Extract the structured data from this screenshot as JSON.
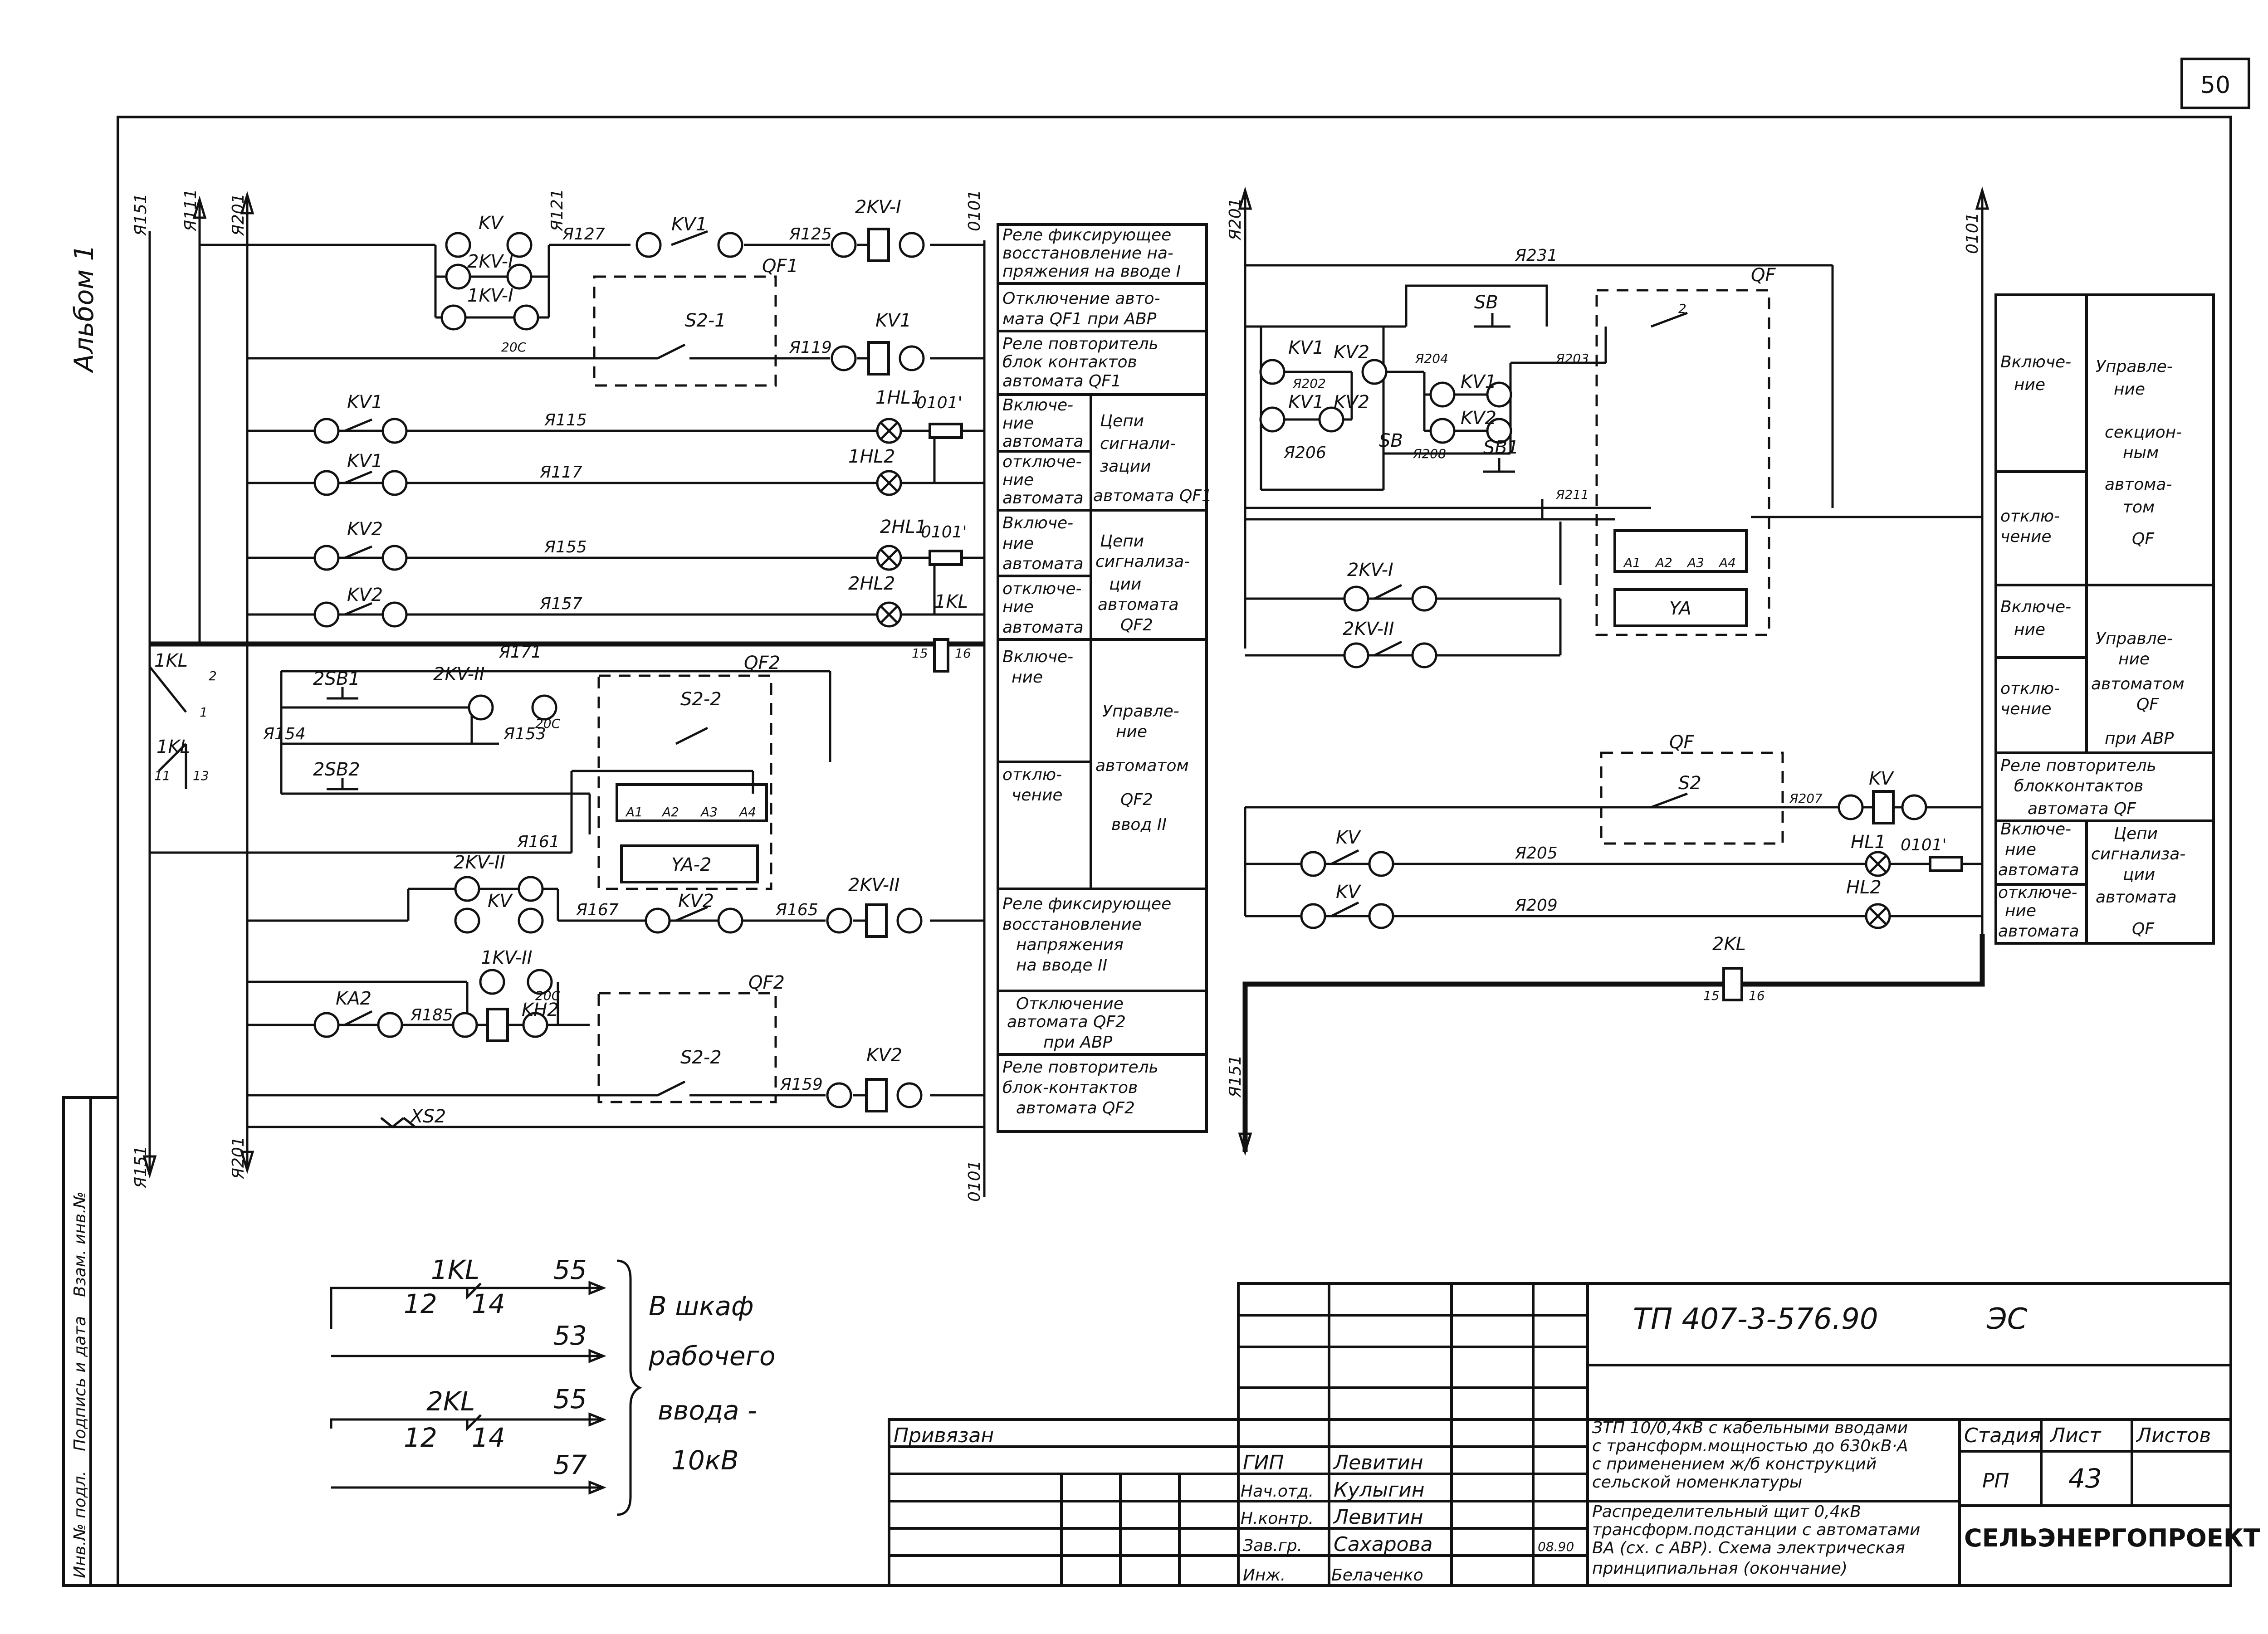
{
  "sheet": {
    "number": "50",
    "album_label": "Альбом 1"
  },
  "buses": {
    "a151_top": "Я151",
    "a111": "Я111",
    "a201_top": "Я201",
    "b0101_top": "0101",
    "a151_bottom": "Я151",
    "a201_bottom": "Я201",
    "b0101_bottom": "0101",
    "r_a201": "Я201",
    "r_0101": "0101",
    "r_a151": "Я151"
  },
  "left_circuit": {
    "kv": "KV",
    "kv1": "KV1",
    "kv2": "KV2",
    "two_kv1": "2KV-I",
    "one_kv1": "1KV-I",
    "two_kv2": "2KV-II",
    "one_kv2": "1KV-II",
    "qf1": "QF1",
    "qf2_top": "QF2",
    "qf2_bot": "QF2",
    "s2_1": "S2-1",
    "s2_2_top": "S2-2",
    "s2_2_bot": "S2-2",
    "ya2": "YA-2",
    "two_sb1": "2SB1",
    "two_sb2": "2SB2",
    "ka2": "KA2",
    "kh2": "KH2",
    "xs2": "XS2",
    "one_kl": "1KL",
    "one_hl1": "1HL1",
    "one_hl2": "1HL2",
    "two_hl1": "2HL1",
    "two_hl2": "2HL2",
    "w_a121": "Я121",
    "w_a127": "Я127",
    "w_a125": "Я125",
    "w_a119": "Я119",
    "w_a115": "Я115",
    "w_a117": "Я117",
    "w_a155": "Я155",
    "w_a157": "Я157",
    "w_a171": "Я171",
    "w_a154": "Я154",
    "w_a153": "Я153",
    "w_a161": "Я161",
    "w_a167": "Я167",
    "w_a165": "Я165",
    "w_a185": "Я185",
    "w_a159": "Я159",
    "w_01011": "0101'",
    "w_01012": "0101'",
    "c20": "20C",
    "t_a1": "А1",
    "t_a2": "А2",
    "t_a3": "А3",
    "t_a4": "А4",
    "n15": "15",
    "n16": "16",
    "n2": "2",
    "n1": "1",
    "n11": "11",
    "n13": "13"
  },
  "left_table": {
    "r1": [
      "Реле фиксирующее",
      "восстановление на-",
      "пряжения на вводе I"
    ],
    "r2": [
      "Отключение авто-",
      "мата QF1 при АВР"
    ],
    "r3": [
      "Реле повторитель",
      "блок контактов",
      "автомата QF1"
    ],
    "r4a": [
      "Включе-",
      "ние",
      "автомата"
    ],
    "r4b": [
      "отключе-",
      "ние",
      "автомата"
    ],
    "r4c": [
      "Цепи",
      "сигнали-",
      "зации",
      "автомата QF1"
    ],
    "r5a": [
      "Включе-",
      "ние",
      "автомата"
    ],
    "r5b": [
      "отключе-",
      "ние",
      "автомата"
    ],
    "r5c": [
      "Цепи",
      "сигнализа-",
      "ции",
      "автомата",
      "QF2"
    ],
    "r6a": [
      "Включе-",
      "ние"
    ],
    "r6b": [
      "отклю-",
      "чение"
    ],
    "r6c": [
      "Управле-",
      "ние",
      "автоматом",
      "QF2",
      "ввод II"
    ],
    "r7": [
      "Реле фиксирующее",
      "восстановление",
      "напряжения",
      "на вводе II"
    ],
    "r8": [
      "Отключение",
      "автомата QF2",
      "при АВР"
    ],
    "r9": [
      "Реле повторитель",
      "блок-контактов",
      "автомата QF2"
    ]
  },
  "right_circuit": {
    "qf_top": "QF",
    "qf_bot": "QF",
    "sb": "SB",
    "sb_small": "SB",
    "sb1": "SB1",
    "kv1": "KV1",
    "kv2": "KV2",
    "kv": "KV",
    "two_kv1": "2KV-I",
    "two_kv2": "2KV-II",
    "ya": "YA",
    "s2": "S2",
    "hl1": "HL1",
    "hl2": "HL2",
    "two_kl": "2KL",
    "w_a231": "Я231",
    "w_a202": "Я202",
    "w_a204": "Я204",
    "w_a203": "Я203",
    "w_a206": "Я206",
    "w_a208": "Я208",
    "w_a211": "Я211",
    "w_a207": "Я207",
    "w_a205": "Я205",
    "w_a209": "Я209",
    "w_01011": "0101'",
    "n2": "2",
    "n15": "15",
    "n16": "16",
    "t_a1": "А1",
    "t_a2": "А2",
    "t_a3": "А3",
    "t_a4": "А4"
  },
  "right_table": {
    "r1a": [
      "Включе-",
      "ние"
    ],
    "r1b": [
      "отклю-",
      "чение"
    ],
    "r1c": [
      "Управле-",
      "ние",
      "секцион-",
      "ным",
      "автома-",
      "том",
      "QF"
    ],
    "r2a": [
      "Включе-",
      "ние"
    ],
    "r2b": [
      "отклю-",
      "чение"
    ],
    "r2c": [
      "Управле-",
      "ние",
      "автоматом",
      "QF",
      "при АВР"
    ],
    "r3": [
      "Реле повторитель",
      "блокконтактов",
      "автомата QF"
    ],
    "r4a": [
      "Включе-",
      "ние",
      "автомата"
    ],
    "r4b": [
      "отключе-",
      "ние",
      "автомата"
    ],
    "r4c": [
      "Цепи",
      "сигнализа-",
      "ции",
      "автомата",
      "QF"
    ]
  },
  "legend": {
    "kl1": "1KL",
    "kl2": "2KL",
    "t12a": "12",
    "t14a": "14",
    "t12b": "12",
    "t14b": "14",
    "n55a": "55",
    "n53": "53",
    "n55b": "55",
    "n57": "57",
    "lines": [
      "В шкаф",
      "рабочего",
      "ввода -",
      "10кВ"
    ]
  },
  "title_block": {
    "code": "ТП 407-3-576.90",
    "mark": "ЭС",
    "privyazan": "Привязан",
    "roles": [
      "ГИП",
      "Нач.отд.",
      "Н.контр.",
      "Зав.гр.",
      "Инж."
    ],
    "names": [
      "Левитин",
      "Кулыгин",
      "Левитин",
      "Сахарова",
      "Белаченко"
    ],
    "date": "08.90",
    "desc1": [
      "ЗТП 10/0,4кВ с кабельными вводами",
      "с трансформ.мощностью до 630кВ·А",
      "с применением ж/б конструкций",
      "сельской номенклатуры"
    ],
    "desc2": [
      "Распределительный щит 0,4кВ",
      "трансформ.подстанции с автоматами",
      "ВА (сх. с АВР). Схема электрическая",
      "принципиальная (окончание)"
    ],
    "stage_h": "Стадия",
    "sheet_h": "Лист",
    "sheets_h": "Листов",
    "stage": "РП",
    "sheet_no": "43",
    "org": "СЕЛЬЭНЕРГОПРОЕКТ"
  },
  "side_stamp": [
    "Инв.№ подл.",
    "Подпись и дата",
    "Взам. инв.№"
  ]
}
